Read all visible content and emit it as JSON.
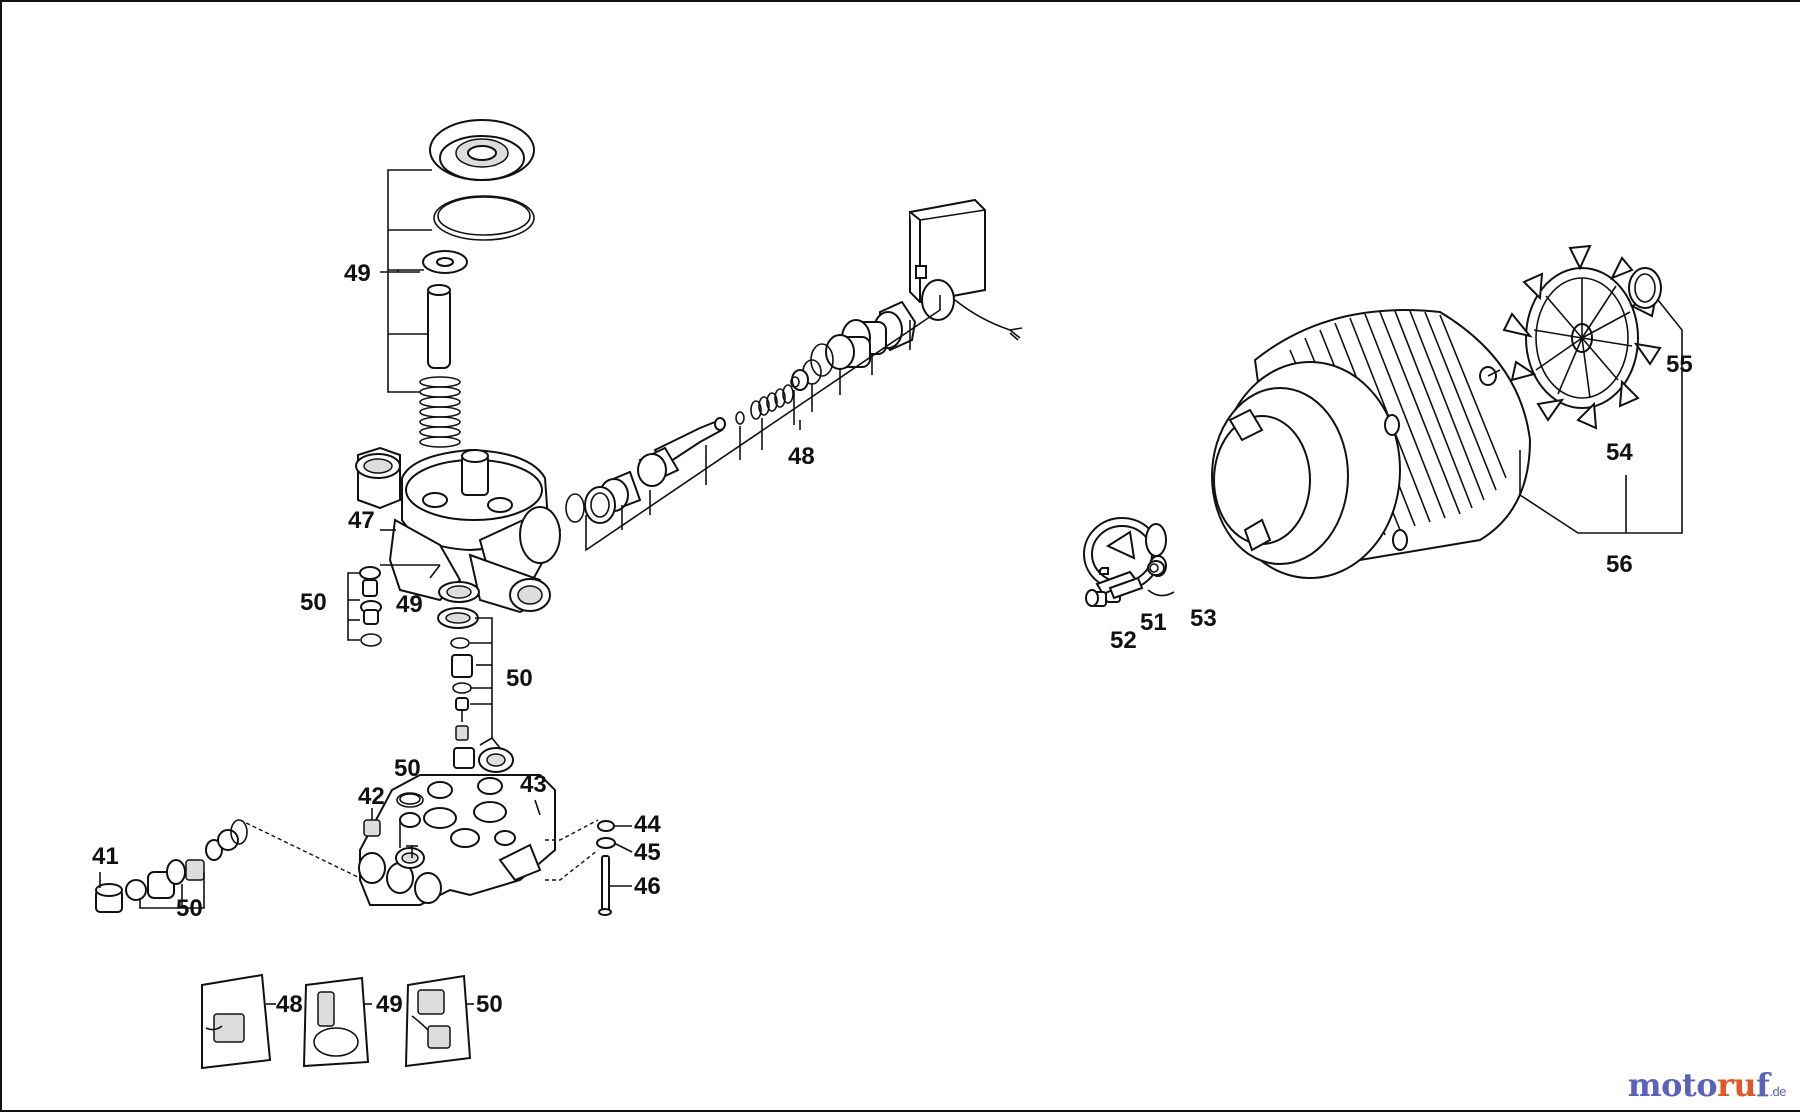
{
  "watermark": {
    "part1": "moto",
    "part2": "ru",
    "part3": "f",
    "tld": ".de"
  },
  "labels": {
    "l41": "41",
    "l42": "42",
    "l43": "43",
    "l44": "44",
    "l45": "45",
    "l46": "46",
    "l47": "47",
    "l48_main": "48",
    "l49_top": "49",
    "l49_mid": "49",
    "l50_left": "50",
    "l50_mid": "50",
    "l50_small": "50",
    "l50_bottom": "50",
    "l51": "51",
    "l52": "52",
    "l53": "53",
    "l54": "54",
    "l55": "55",
    "l56": "56",
    "kit48": "48",
    "kit49": "49",
    "kit50": "50"
  }
}
